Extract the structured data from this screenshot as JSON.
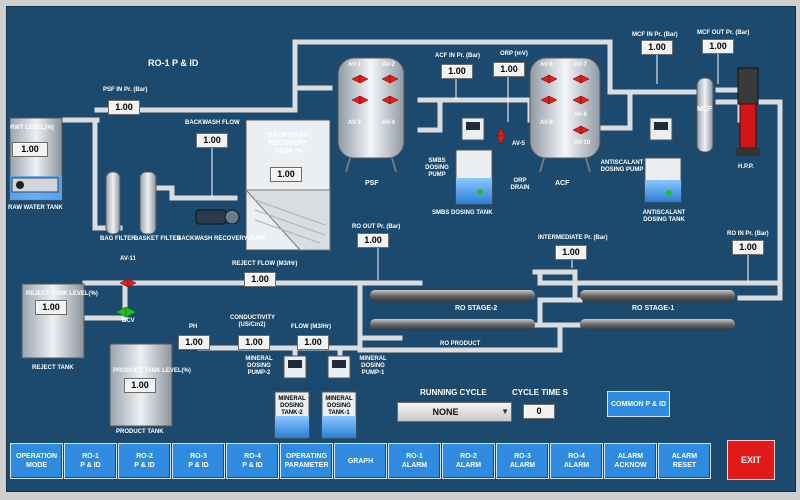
{
  "screen": {
    "title": "RO-1 P & ID"
  },
  "colors": {
    "panel": "#1c4a6e",
    "pipe": "#dcdcdc",
    "button": "#2e8be0",
    "exit": "#e21a1a",
    "valve_red": "#e02020",
    "valve_green": "#22c022",
    "tank_water": "#4aa3ff"
  },
  "raw_water_tank": {
    "level_label": "RWT LEVEL(%)",
    "level": "1.00",
    "name": "RAW WATER TANK"
  },
  "psf_in": {
    "label": "PSF IN Pr. (Bar)",
    "value": "1.00"
  },
  "backwash": {
    "flow_label": "BACKWASH FLOW",
    "flow": "1.00",
    "tank_label": "BACKWASH RECOVERY TANK %",
    "tank_level": "1.00",
    "pump_label": "BACKWASH RECOVERY PUMP"
  },
  "filters": {
    "bag": "BAG FILTER",
    "basket": "BASKET FILTER",
    "psf": "PSF",
    "acf": "ACF"
  },
  "valves": {
    "av1": "AV-1",
    "av2": "AV-2",
    "av3": "AV-3",
    "av4": "AV-4",
    "av5": "AV-5",
    "av6": "AV-6",
    "av7": "AV-7",
    "av8": "AV-8",
    "av9": "AV-9",
    "av10": "AV-10",
    "av11": "AV-11",
    "bcv": "BCV"
  },
  "acf_in": {
    "label": "ACF IN Pr. (Bar)",
    "value": "1.00"
  },
  "orp": {
    "label": "ORP (mV)",
    "value": "1.00",
    "drain": "ORP DRAIN"
  },
  "smbs": {
    "pump": "SMBS DOSING PUMP",
    "tank": "SMBS DOSING TANK"
  },
  "mcf_in": {
    "label": "MCF IN Pr. (Bar)",
    "value": "1.00"
  },
  "mcf_out": {
    "label": "MCF OUT Pr. (Bar)",
    "value": "1.00"
  },
  "mcf": {
    "name": "MCF"
  },
  "antiscalant": {
    "pump": "ANTISCALANT DOSING PUMP",
    "tank": "ANTISCALANT DOSING TANK"
  },
  "hpp": {
    "name": "H.P.P."
  },
  "ro_out": {
    "label": "RO OUT Pr. (Bar)",
    "value": "1.00"
  },
  "intermediate": {
    "label": "INTERMEDIATE Pr. (Bar)",
    "value": "1.00"
  },
  "ro_in": {
    "label": "RO IN Pr. (Bar)",
    "value": "1.00"
  },
  "reject": {
    "flow_label": "REJECT FLOW (M3/Hr)",
    "flow": "1.00",
    "level_label": "REJECT TANK LEVEL(%)",
    "level": "1.00",
    "name": "REJECT TANK"
  },
  "stages": {
    "stage2": "RO STAGE-2",
    "stage1": "RO STAGE-1",
    "product": "RO PRODUCT"
  },
  "product_tank": {
    "level_label": "PRODUCT TANK LEVEL(%)",
    "level": "1.00",
    "name": "PRODUCT TANK"
  },
  "ph": {
    "label": "PH",
    "value": "1.00"
  },
  "conductivity": {
    "label": "CONDUCTIVITY (US/Cm2)",
    "value": "1.00"
  },
  "flow": {
    "label": "FLOW (M3/Hr)",
    "value": "1.00"
  },
  "mineral": {
    "pump2": "MINERAL DOSING PUMP-2",
    "pump1": "MINERAL DOSING PUMP-1",
    "tank2": "MINERAL DOSING TANK-2",
    "tank1": "MINERAL DOSING TANK-1"
  },
  "running_cycle": {
    "label": "RUNNING CYCLE",
    "selected": "NONE"
  },
  "cycle_time": {
    "label": "CYCLE TIME S",
    "value": "0"
  },
  "common_pid": {
    "label": "COMMON P & ID"
  },
  "nav": {
    "b1": [
      "OPERATION",
      "MODE"
    ],
    "b2": [
      "RO-1",
      "P & ID"
    ],
    "b3": [
      "RO-2",
      "P & ID"
    ],
    "b4": [
      "RO-3",
      "P & ID"
    ],
    "b5": [
      "RO-4",
      "P & ID"
    ],
    "b6": [
      "OPERATING",
      "PARAMETER"
    ],
    "b7": [
      "GRAPH"
    ],
    "b8": [
      "RO-1",
      "ALARM"
    ],
    "b9": [
      "RO-2",
      "ALARM"
    ],
    "b10": [
      "RO-3",
      "ALARM"
    ],
    "b11": [
      "RO-4",
      "ALARM"
    ],
    "b12": [
      "ALARM",
      "ACKNOW"
    ],
    "b13": [
      "ALARM",
      "RESET"
    ]
  },
  "exit": {
    "label": "EXIT"
  }
}
